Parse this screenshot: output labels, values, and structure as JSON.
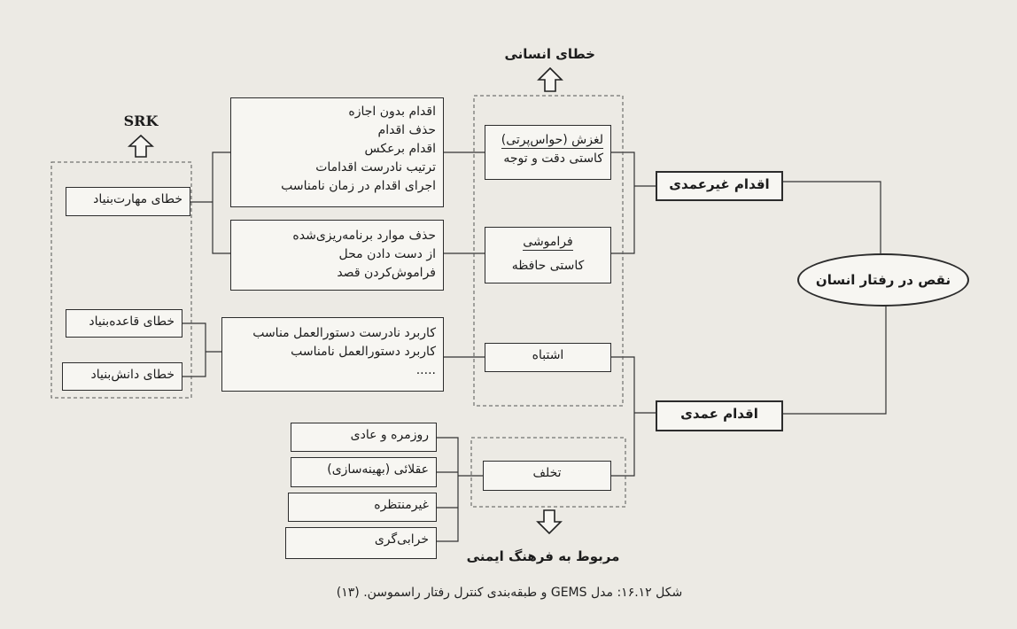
{
  "header_labels": {
    "human_error": "خطای انسانی",
    "srk": "SRK",
    "safety_culture": "مربوط به فرهنگ ایمنی"
  },
  "srk_levels": [
    "خطای مهارت‌بنیاد",
    "خطای قاعده‌بنیاد",
    "خطای دانش‌بنیاد"
  ],
  "slip_actions": [
    "اقدام بدون اجازه",
    "حذف اقدام",
    "اقدام برعکس",
    "ترتیب نادرست اقدامات",
    "اجرای اقدام در زمان نامناسب"
  ],
  "lapse_actions": [
    "حذف موارد برنامه‌ریزی‌شده",
    "از دست دادن محل",
    "فراموش‌کردن قصد"
  ],
  "mistake_actions": [
    "کاربرد نادرست دستورالعمل مناسب",
    "کاربرد دستورالعمل نامناسب",
    "....."
  ],
  "violation_types": [
    "روزمره و عادی",
    "عقلائی (بهینه‌سازی)",
    "غیرمنتظره",
    "خرابی‌گری"
  ],
  "error_types": {
    "slip_title": "لغزش (حواس‌پرتی)",
    "slip_sub": "کاستی دقت و توجه",
    "lapse_title": "فراموشی",
    "lapse_sub": "کاستی حافظه",
    "mistake": "اشتباه",
    "violation": "تخلف"
  },
  "actions": {
    "unintended": "اقدام غیرعمدی",
    "intended": "اقدام عمدی"
  },
  "root": "نقص در رفتار انسان",
  "caption": "شکل ۱۶.۱۲: مدل GEMS و طبقه‌بندی کنترل رفتار راسموسن. (۱۳)"
}
